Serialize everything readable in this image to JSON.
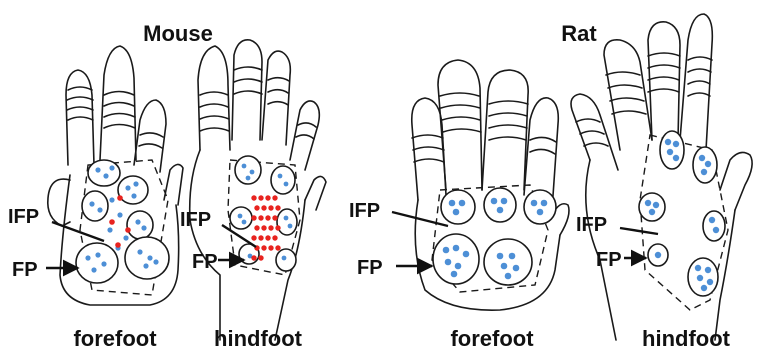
{
  "titles": {
    "mouse": "Mouse",
    "rat": "Rat"
  },
  "labels": {
    "ifp": "IFP",
    "fp": "FP"
  },
  "captions": {
    "mouse_forefoot": "forefoot",
    "mouse_hindfoot": "hindfoot",
    "rat_forefoot": "forefoot",
    "rat_hindfoot": "hindfoot"
  },
  "colors": {
    "outline": "#1a1a1a",
    "blue_dot": "#4d8fd6",
    "red_dot": "#e8231f"
  }
}
